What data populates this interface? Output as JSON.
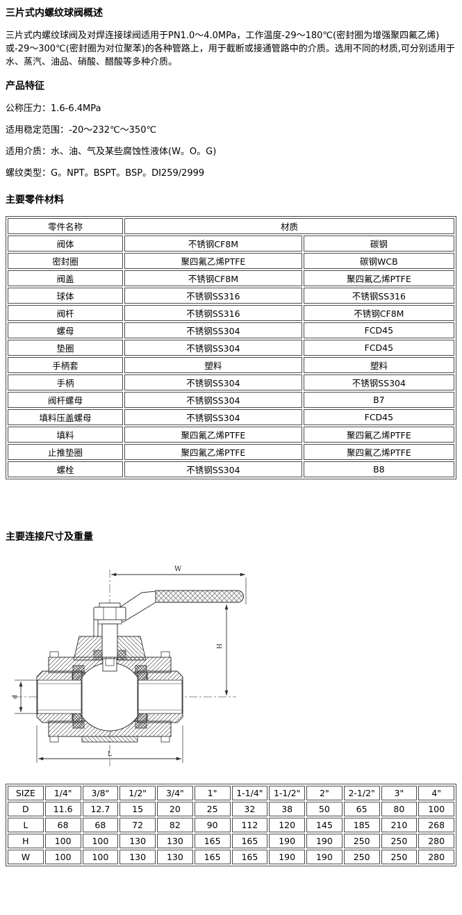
{
  "colors": {
    "text": "#000000",
    "table_border": "#4a4a4a",
    "drawing_line": "#2f2f2f",
    "background": "#ffffff"
  },
  "doc": {
    "title": "三片式内螺纹球阀概述",
    "intro": "三片式内螺纹球阀及对焊连接球阀适用于PN1.0～4.0MPa，工作温度-29～180℃(密封圈为增强聚四氟乙烯)或-29～300℃(密封圈为对位聚苯)的各种管路上，用于截断或接通管路中的介质。选用不同的材质,可分别适用于水、蒸汽、油品、硝酸、醋酸等多种介质。",
    "features_heading": "产品特征",
    "features": [
      "公称压力：1.6-6.4MPa",
      "适用稳定范围：-20～232℃～350℃",
      "适用介质：水、油、气及某些腐蚀性液体(W。O。G)",
      "螺纹类型：G。NPT。BSPT。BSP。DI259/2999"
    ],
    "materials_heading": "主要零件材料",
    "dimensions_heading": "主要连接尺寸及重量"
  },
  "materials_table": {
    "header": {
      "part": "零件名称",
      "material": "材质"
    },
    "rows": [
      [
        "阀体",
        "不锈钢CF8M",
        "碳钢"
      ],
      [
        "密封圈",
        "聚四氟乙烯PTFE",
        "碳钢WCB"
      ],
      [
        "阀盖",
        "不锈钢CF8M",
        "聚四氟乙烯PTFE"
      ],
      [
        "球体",
        "不锈钢SS316",
        "不锈钢SS316"
      ],
      [
        "阀杆",
        "不锈钢SS316",
        "不锈钢CF8M"
      ],
      [
        "螺母",
        "不锈钢SS304",
        "FCD45"
      ],
      [
        "垫圈",
        "不锈钢SS304",
        "FCD45"
      ],
      [
        "手柄套",
        "塑料",
        "塑料"
      ],
      [
        "手柄",
        "不锈钢SS304",
        "不锈钢SS304"
      ],
      [
        "阀杆螺母",
        "不锈钢SS304",
        "B7"
      ],
      [
        "填料压盖螺母",
        "不锈钢SS304",
        "FCD45"
      ],
      [
        "填料",
        "聚四氟乙烯PTFE",
        "聚四氟乙烯PTFE"
      ],
      [
        "止推垫圈",
        "聚四氟乙烯PTFE",
        "聚四氟乙烯PTFE"
      ],
      [
        "螺栓",
        "不锈钢SS304",
        "B8"
      ]
    ]
  },
  "diagram": {
    "width_label": "W",
    "height_label": "H",
    "bore_label": "d",
    "length_label": "L"
  },
  "dimensions_table": {
    "header": [
      "SIZE",
      "1/4\"",
      "3/8\"",
      "1/2\"",
      "3/4\"",
      "1\"",
      "1-1/4\"",
      "1-1/2\"",
      "2\"",
      "2-1/2\"",
      "3\"",
      "4\""
    ],
    "rows": [
      [
        "D",
        "11.6",
        "12.7",
        "15",
        "20",
        "25",
        "32",
        "38",
        "50",
        "65",
        "80",
        "100"
      ],
      [
        "L",
        "68",
        "68",
        "72",
        "82",
        "90",
        "112",
        "120",
        "145",
        "185",
        "210",
        "268"
      ],
      [
        "H",
        "100",
        "100",
        "130",
        "130",
        "165",
        "165",
        "190",
        "190",
        "250",
        "250",
        "280"
      ],
      [
        "W",
        "100",
        "100",
        "130",
        "130",
        "165",
        "165",
        "190",
        "190",
        "250",
        "250",
        "280"
      ]
    ]
  }
}
